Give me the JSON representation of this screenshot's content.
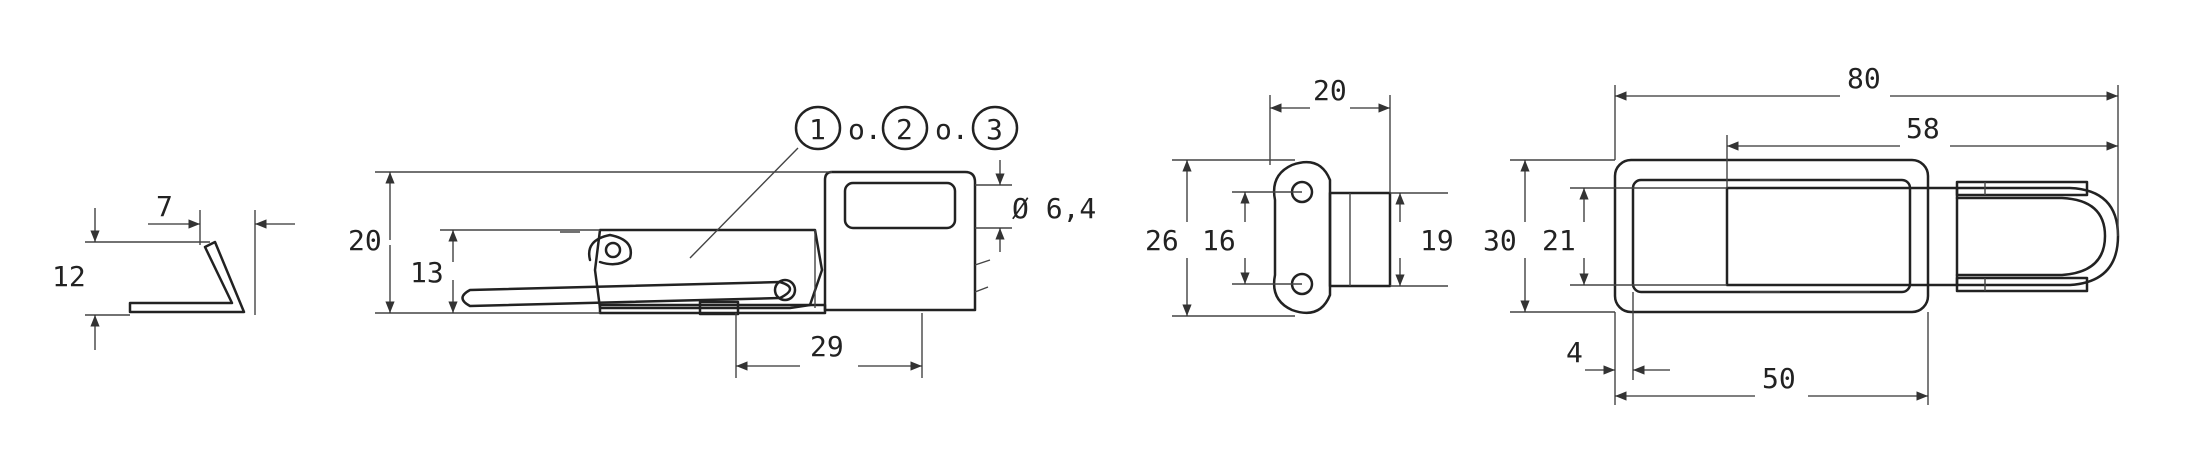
{
  "labels": {
    "clip_width": "7",
    "clip_height": "12",
    "latch_height": "20",
    "latch_lever_height": "13",
    "latch_base_length": "29",
    "hole_diameter": "Ø 6,4",
    "variant_1": "1",
    "variant_sep_1": "o.",
    "variant_2": "2",
    "variant_sep_2": "o.",
    "variant_3": "3",
    "plate_width": "20",
    "plate_height": "26",
    "plate_hole_spacing": "16",
    "plate_body_height": "19",
    "top_total_length": "80",
    "top_lever_length": "58",
    "top_height": "30",
    "top_inner_height": "21",
    "top_offset": "4",
    "top_base_length": "50"
  }
}
